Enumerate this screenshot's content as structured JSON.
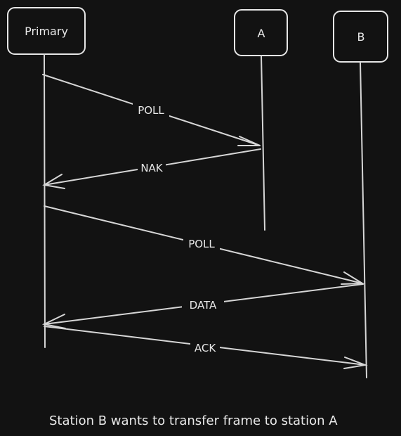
{
  "participants": {
    "primary": "Primary",
    "a": "A",
    "b": "B"
  },
  "messages": [
    {
      "label": "POLL"
    },
    {
      "label": "NAK"
    },
    {
      "label": "POLL"
    },
    {
      "label": "DATA"
    },
    {
      "label": "ACK"
    }
  ],
  "caption": "Station B wants to transfer frame to station A",
  "colors": {
    "background": "#121212",
    "stroke": "#e6e6e6"
  }
}
